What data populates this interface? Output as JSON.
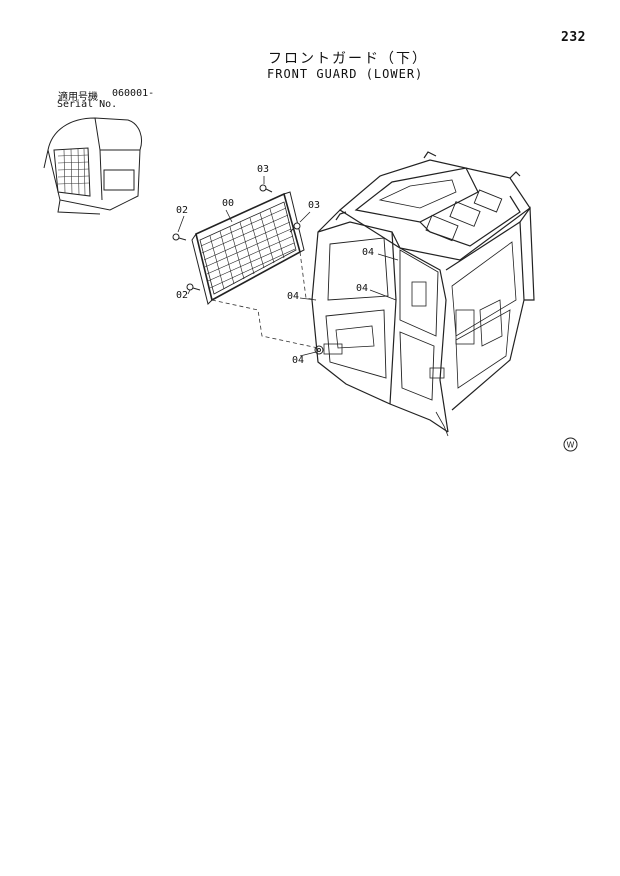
{
  "page": {
    "number": "232",
    "title_jp": "フロントガード（下）",
    "title_en": "FRONT GUARD (LOWER)"
  },
  "serial": {
    "label_jp": "適用号機",
    "label_en": "Serial No.",
    "value": "060001-"
  },
  "callouts": {
    "net": "00",
    "bolt_left_top": "02",
    "bolt_left_bottom": "02",
    "bolt_top": "03",
    "bolt_right": "03",
    "mount_upper": "04",
    "mount_mid": "04",
    "mount_left": "04",
    "mount_bottom": "04"
  },
  "mark": {
    "icon": "w-circle-icon",
    "text": "W"
  }
}
